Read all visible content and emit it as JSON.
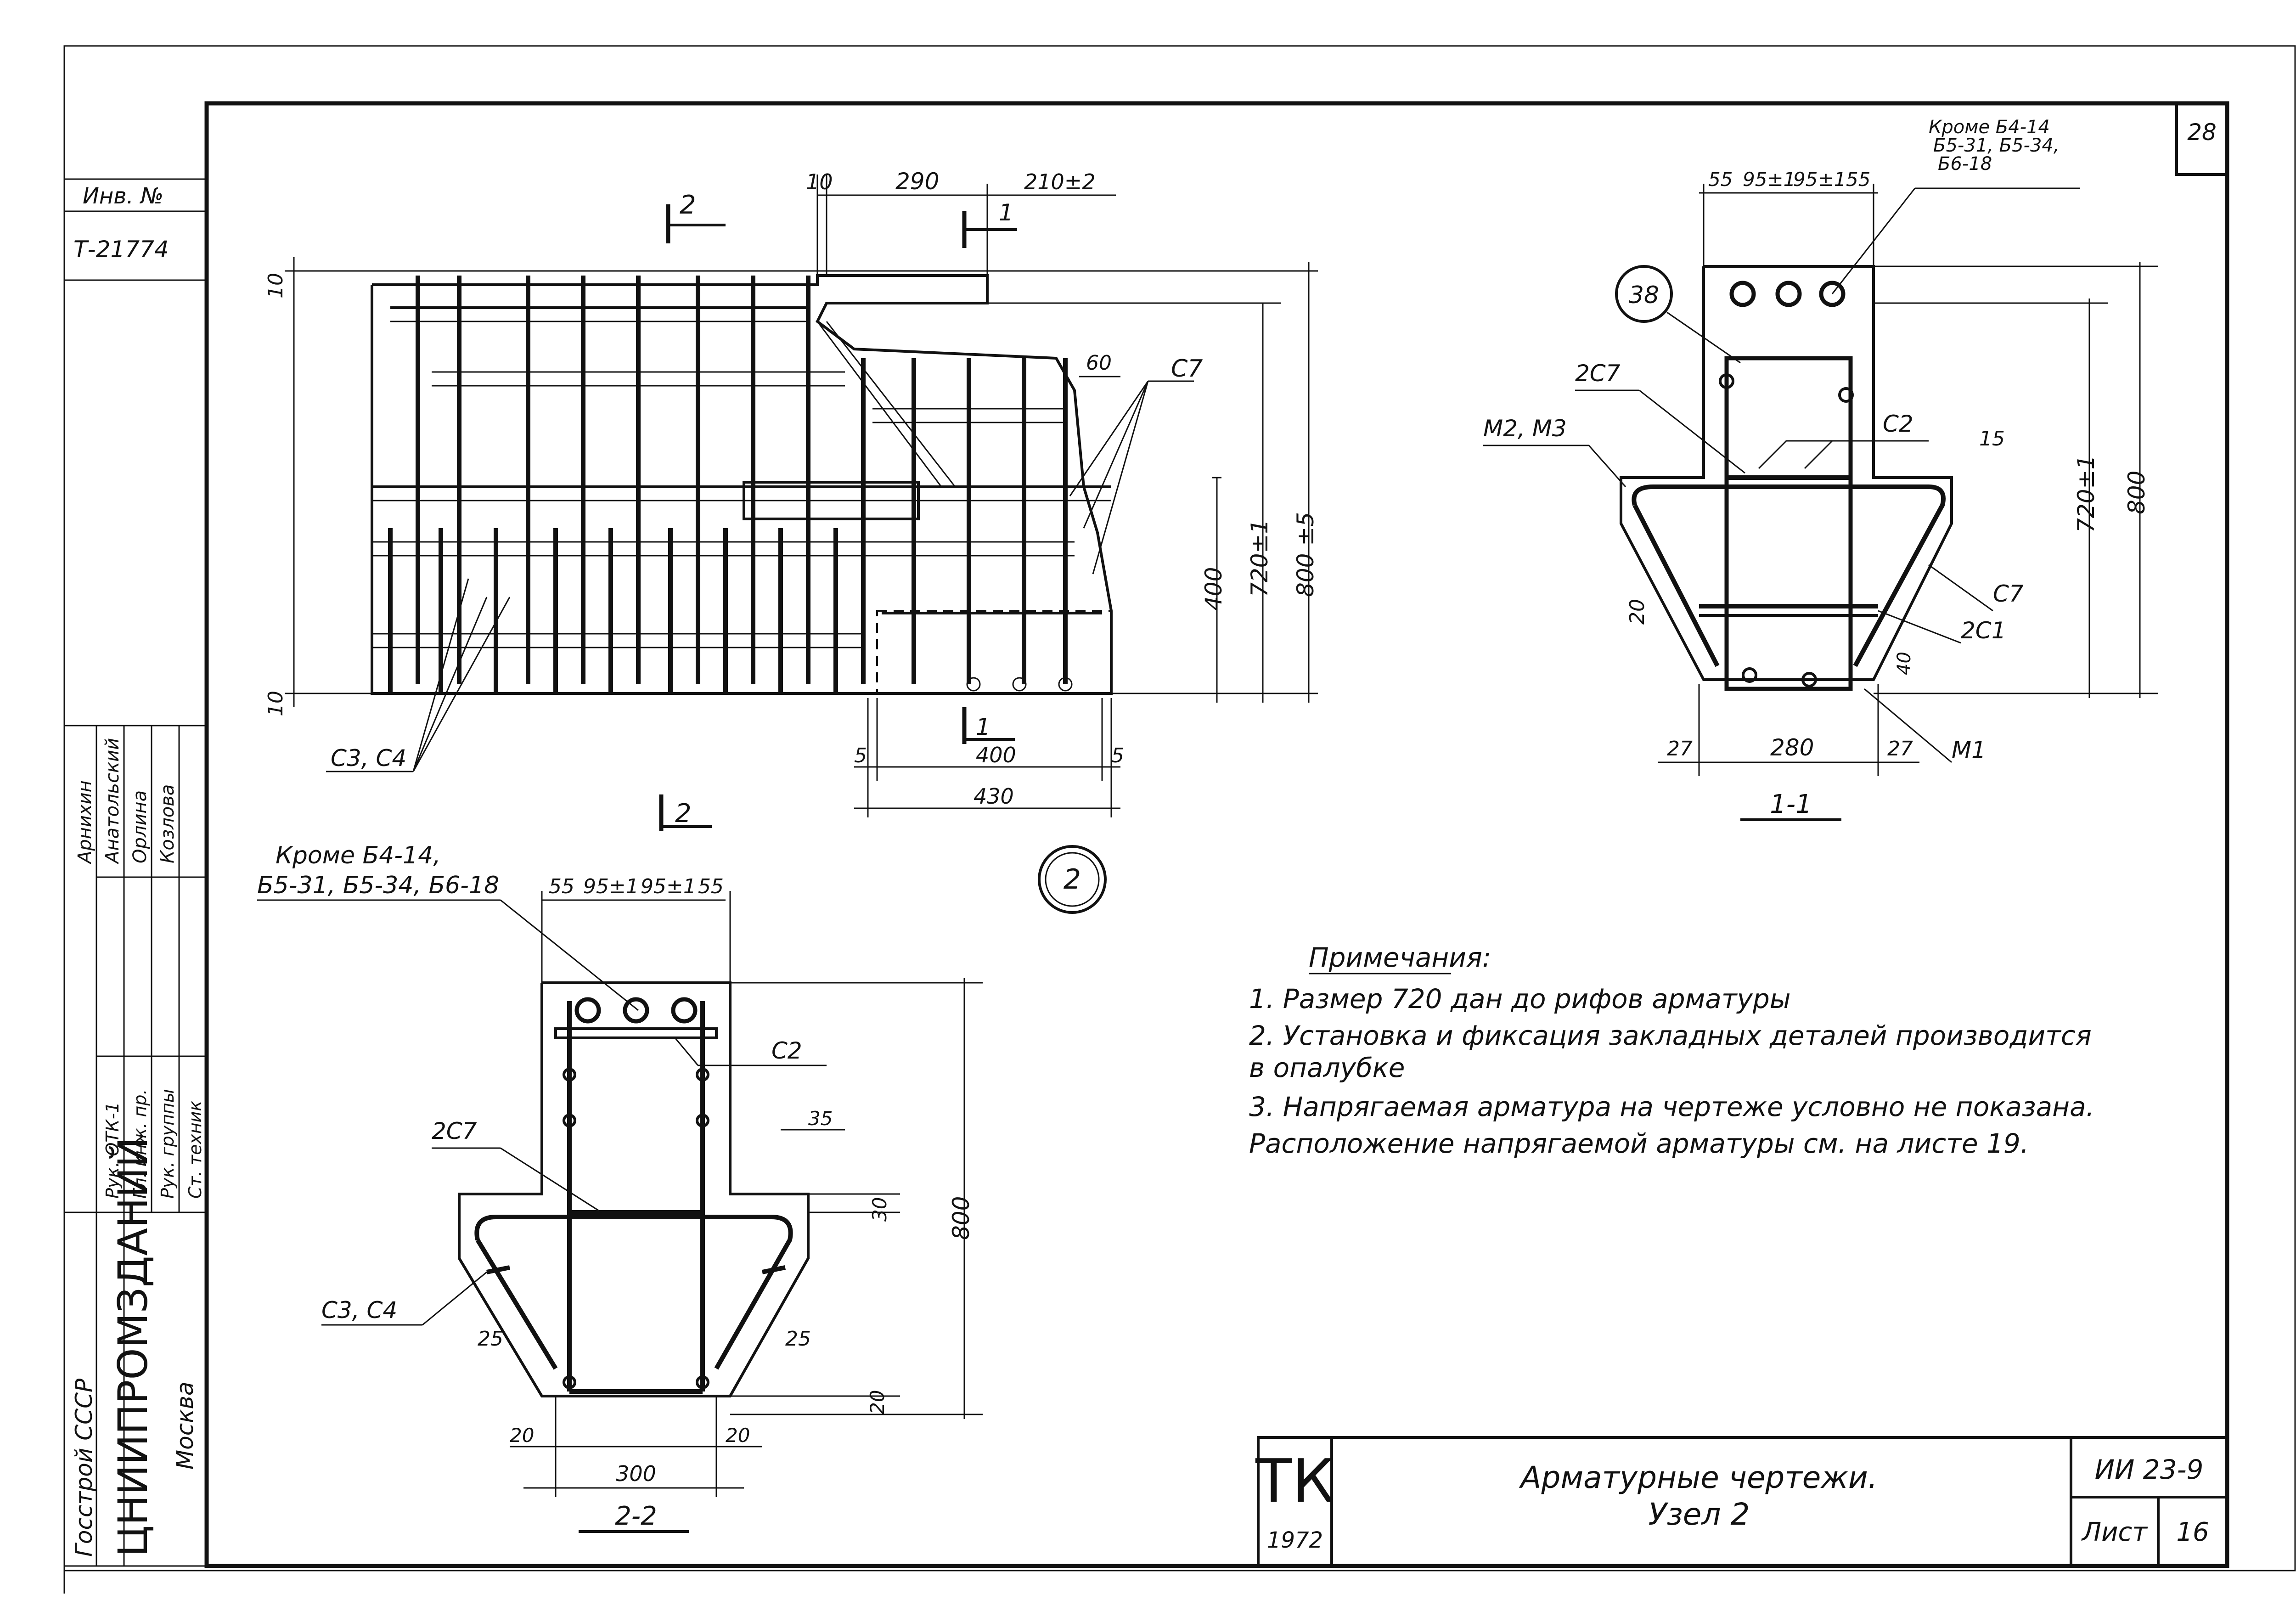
{
  "sheet": {
    "page_number": "28",
    "inventory_label": "Инв. №",
    "inventory_number": "Т-21774",
    "org_name": "Госстрой СССР",
    "org_institute": "ЦНИИПРОМЗДАНИЙ",
    "org_city": "Москва",
    "staff_roles": [
      "Рук. ОТК-1",
      "Гл. инж. пр.",
      "Рук. группы",
      "Ст. техник"
    ],
    "staff_names": [
      "Арнихин",
      "Анатольский",
      "Орлина",
      "Козлова"
    ]
  },
  "title_block": {
    "logo_text": "ТК",
    "year": "1972",
    "title_line1": "Арматурные   чертежи.",
    "title_line2": "Узел  2",
    "series": "ИИ 23-9",
    "sheet_label": "Лист",
    "sheet_number": "16"
  },
  "node_label": "2",
  "elevation": {
    "section_mark_top_2": "2",
    "section_mark_top_1": "1",
    "section_mark_bottom_1": "1",
    "section_mark_bottom_2": "2",
    "dim_top_10": "10",
    "dim_top_290": "290",
    "dim_top_210": "210±2",
    "dim_left_10_top": "10",
    "dim_left_10_bottom": "10",
    "dim_60": "60",
    "dim_400": "400",
    "dim_720": "720±1",
    "dim_800": "800 ±5",
    "dim_bottom_5_left": "5",
    "dim_bottom_400": "400",
    "dim_bottom_5_right": "5",
    "dim_bottom_430": "430",
    "label_c7": "С7",
    "label_c3c4": "С3, С4"
  },
  "section_1_1": {
    "note_except": "Кроме Б4-14",
    "note_except_2": "Б5-31, Б5-34,",
    "note_except_3": "Б6-18",
    "dims_top": [
      "55",
      "95±1",
      "95±1",
      "55"
    ],
    "callout_38": "38",
    "label_2c7": "2С7",
    "label_m2m3": "М2, М3",
    "label_c2": "С2",
    "dim_15": "15",
    "dim_720": "720±1",
    "dim_800": "800",
    "label_c7": "С7",
    "label_2c1": "2С1",
    "dim_20": "20",
    "dim_40": "40",
    "dim_27_left": "27",
    "dim_280": "280",
    "dim_27_right": "27",
    "label_m1": "М1",
    "caption": "1-1"
  },
  "section_2_2": {
    "note_except_1": "Кроме Б4-14,",
    "note_except_2": "Б5-31, Б5-34, Б6-18",
    "dims_top": [
      "55",
      "95±1",
      "95±1",
      "55"
    ],
    "label_c2": "С2",
    "label_2c7": "2С7",
    "dim_35": "35",
    "dim_30": "30",
    "dim_800": "800",
    "dim_25_left": "25",
    "dim_25_right": "25",
    "dim_20_bottom": "20",
    "dim_20_left": "20",
    "dim_20_right": "20",
    "dim_300": "300",
    "label_c3c4": "С3, С4",
    "caption": "2-2"
  },
  "notes": {
    "heading": "Примечания:",
    "items": [
      "1.   Размер 720 дан до рифов арматуры",
      "2.   Установка и фиксация закладных деталей производится",
      "       в опалубке",
      "3.   Напрягаемая арматура на чертеже условно не показана.",
      "       Расположение напрягаемой арматуры см. на листе 19."
    ]
  }
}
